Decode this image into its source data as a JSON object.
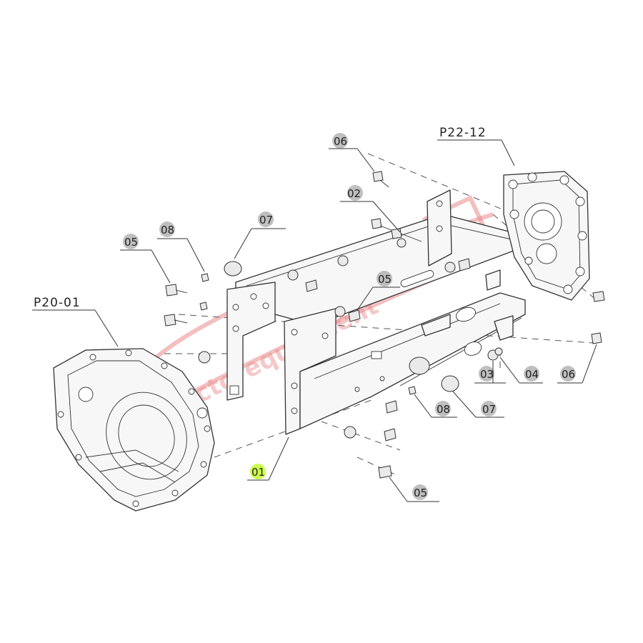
{
  "assemblies": {
    "front_housing": "P20-01",
    "rear_cover": "P22-12"
  },
  "part_labels": {
    "l06_top": "06",
    "l02": "02",
    "l07_left": "07",
    "l08_left": "08",
    "l05_left": "05",
    "l05_mid": "05",
    "l03": "03",
    "l04": "04",
    "l06_right": "06",
    "l08_right": "08",
    "l07_right": "07",
    "l01": "01",
    "l05_bottom": "05"
  },
  "colors": {
    "bubble": "#a9a9a9",
    "highlight": "#c6ff3a",
    "watermark": "#e98a8a"
  }
}
